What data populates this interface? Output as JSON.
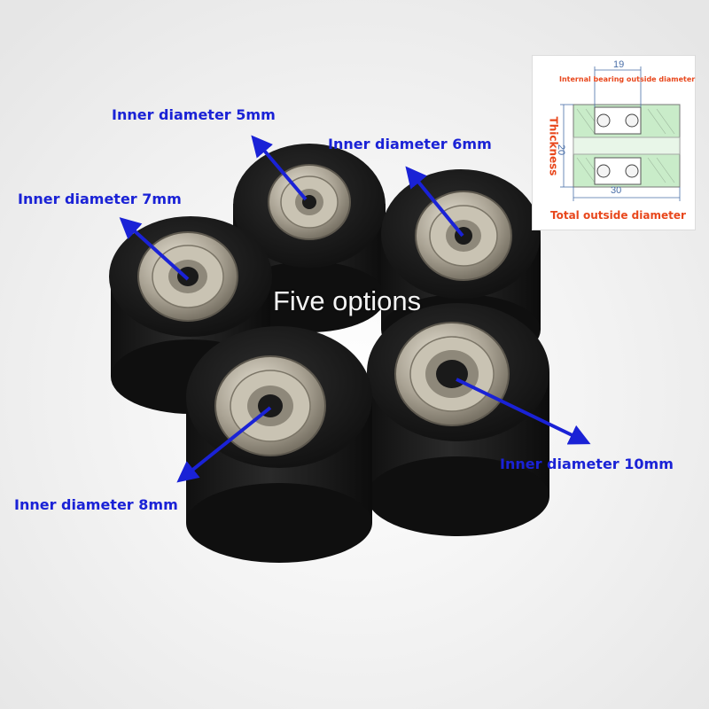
{
  "caption": "Five options",
  "callouts": {
    "d5": "Inner diameter 5mm",
    "d6": "Inner diameter 6mm",
    "d7": "Inner diameter 7mm",
    "d8": "Inner diameter 8mm",
    "d10": "Inner diameter 10mm"
  },
  "diagram": {
    "bearing_label": "Internal bearing outside diameter",
    "total_label": "Total outside diameter",
    "thickness_label": "Thickness",
    "dim_bearing": "19",
    "dim_total": "30",
    "dim_thickness": "20"
  },
  "colors": {
    "callout_text": "#1a22d6",
    "diagram_label": "#e8471c",
    "wheel_body": "#1b1b1b",
    "bearing_steel": "#b9b3a4"
  }
}
